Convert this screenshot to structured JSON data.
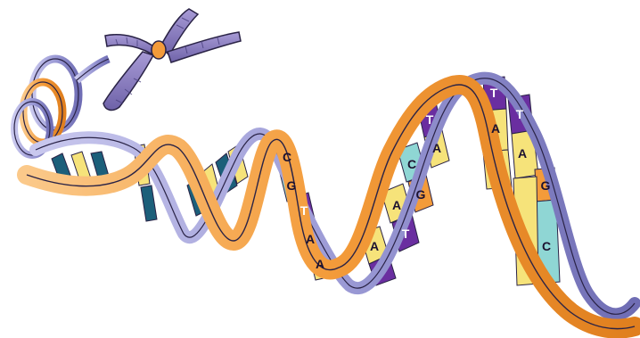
{
  "diagram": {
    "base_labels": [
      "C",
      "G",
      "T",
      "A",
      "A",
      "A",
      "A",
      "T",
      "C",
      "G",
      "T",
      "A",
      "T",
      "A",
      "T",
      "A",
      "G",
      "C"
    ]
  },
  "colors": {
    "orange_strand": "#F39B3A",
    "orange_strand_light": "#FBC98A",
    "blue_strand": "#9C9BD6",
    "blue_strand_dark": "#6F6DB4",
    "chromosome": "#8B7FBF",
    "chromosome_dark": "#5E5496",
    "centromere": "#F39B3A",
    "base_purple": "#6A2EA0",
    "base_cyan": "#8FD6D4",
    "base_yellow": "#F6E37A",
    "base_orange": "#F39B3A",
    "base_teal_dark": "#1C5F7A",
    "outline": "#2A2346"
  }
}
